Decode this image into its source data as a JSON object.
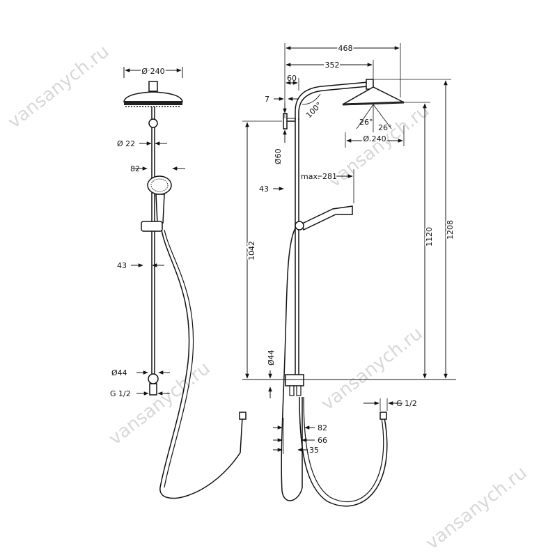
{
  "watermark": "vansanych.ru",
  "front_view": {
    "dim_head_diameter": "Ø 240",
    "dim_pipe_diameter": "Ø 22",
    "dim_handshower": "82",
    "dim_rail_offset": "43",
    "dim_connector": "Ø44",
    "dim_thread": "G 1/2"
  },
  "side_view": {
    "dim_total_reach": "468",
    "dim_arm_reach": "352",
    "dim_offset_60": "60",
    "dim_offset_7": "7",
    "dim_angle_100": "100°",
    "dim_angle_26a": "26°",
    "dim_angle_26b": "26°",
    "dim_head_diameter": "Ø 240",
    "dim_bracket_diameter": "Ø60",
    "dim_max_reach": "max. 281",
    "dim_wall_offset": "43",
    "dim_height_1042": "1042",
    "dim_height_1120": "1120",
    "dim_height_1208": "1208",
    "dim_connector": "Ø44",
    "dim_thread": "G 1/2",
    "dim_82": "82",
    "dim_66": "66",
    "dim_35": "35"
  }
}
